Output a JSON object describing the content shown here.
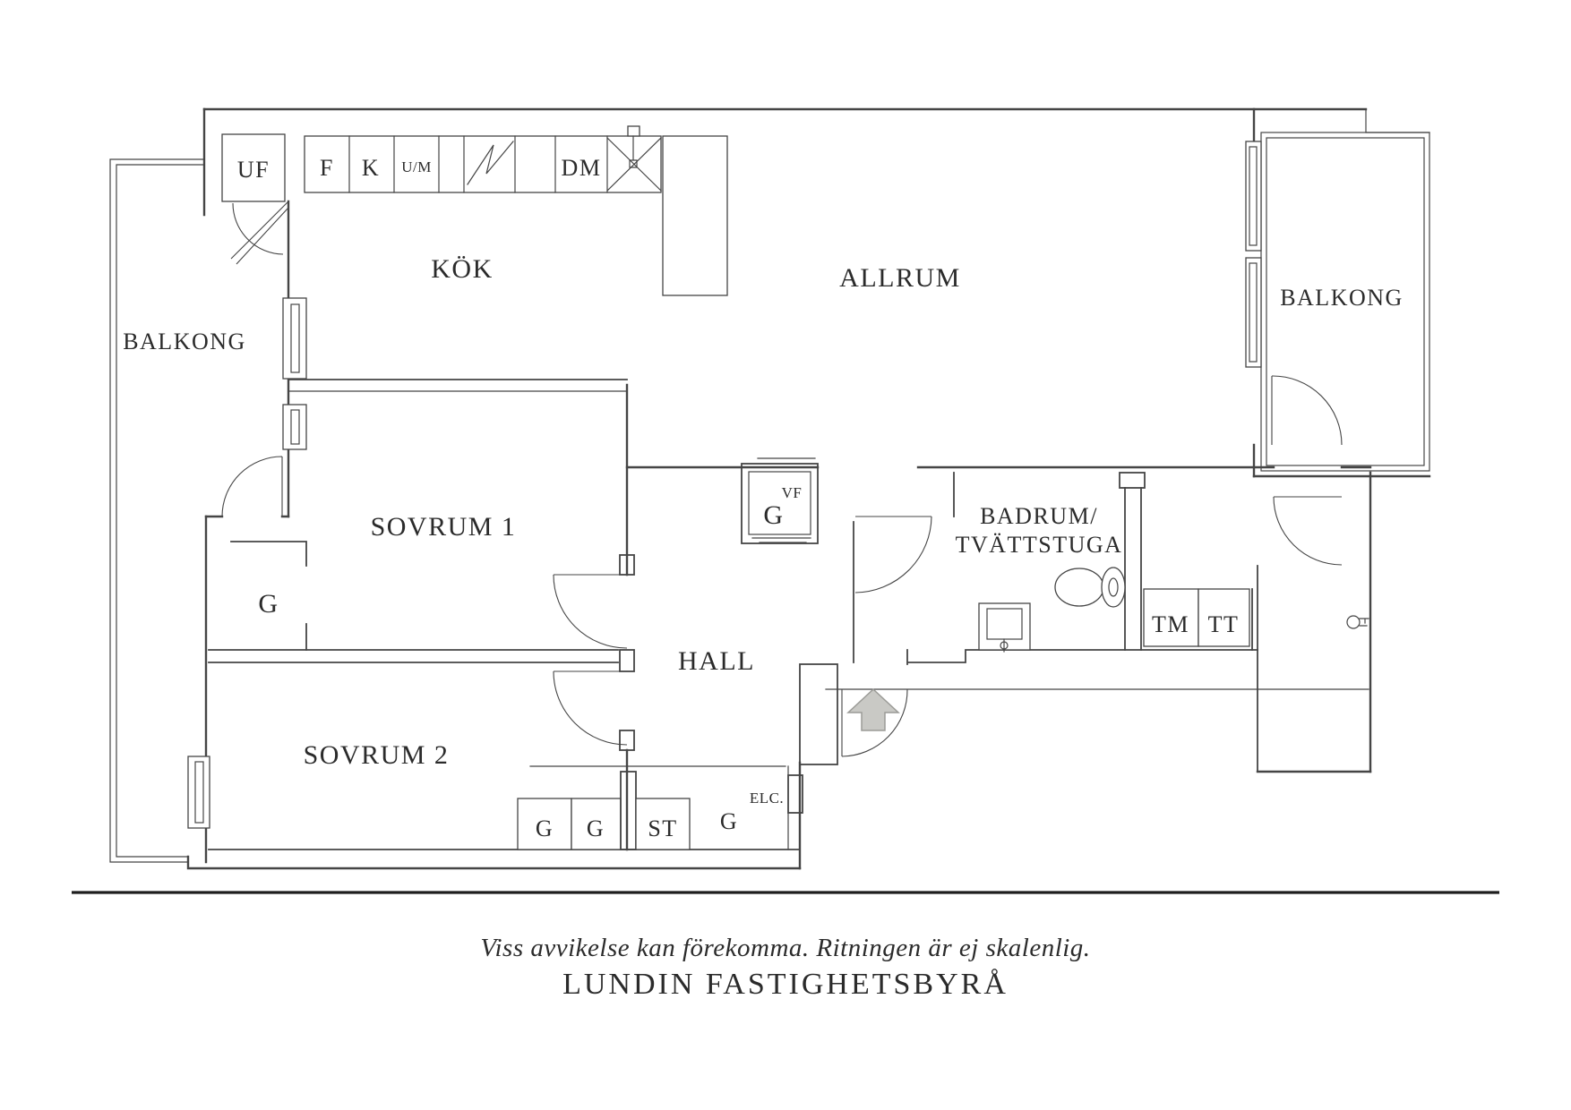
{
  "plan": {
    "rooms": {
      "kok": "KÖK",
      "allrum": "ALLRUM",
      "balkong_left": "BALKONG",
      "balkong_right": "BALKONG",
      "sovrum1": "SOVRUM 1",
      "sovrum2": "SOVRUM 2",
      "hall": "HALL",
      "badrum_line1": "BADRUM/",
      "badrum_line2": "TVÄTTSTUGA"
    },
    "units": {
      "uf": "UF",
      "f": "F",
      "k": "K",
      "um": "U/M",
      "dm": "DM",
      "g_walkin": "G",
      "g_hall": "G",
      "vf": "VF",
      "g_wardrobe1": "G",
      "g_wardrobe2": "G",
      "st": "ST",
      "g_elc": "G",
      "elc": "ELC.",
      "tm": "TM",
      "tt": "TT"
    },
    "captions": {
      "disclaimer": "Viss avvikelse kan förekomma. Ritningen är ej skalenlig.",
      "brand": "LUNDIN FASTIGHETSBYRÅ"
    },
    "colors": {
      "line": "#454545",
      "text": "#2b2b2b",
      "rule_line": "#1e1e1e",
      "arrow_fill": "#c9c9c5",
      "arrow_stroke": "#9b9b97",
      "background": "#ffffff"
    }
  }
}
